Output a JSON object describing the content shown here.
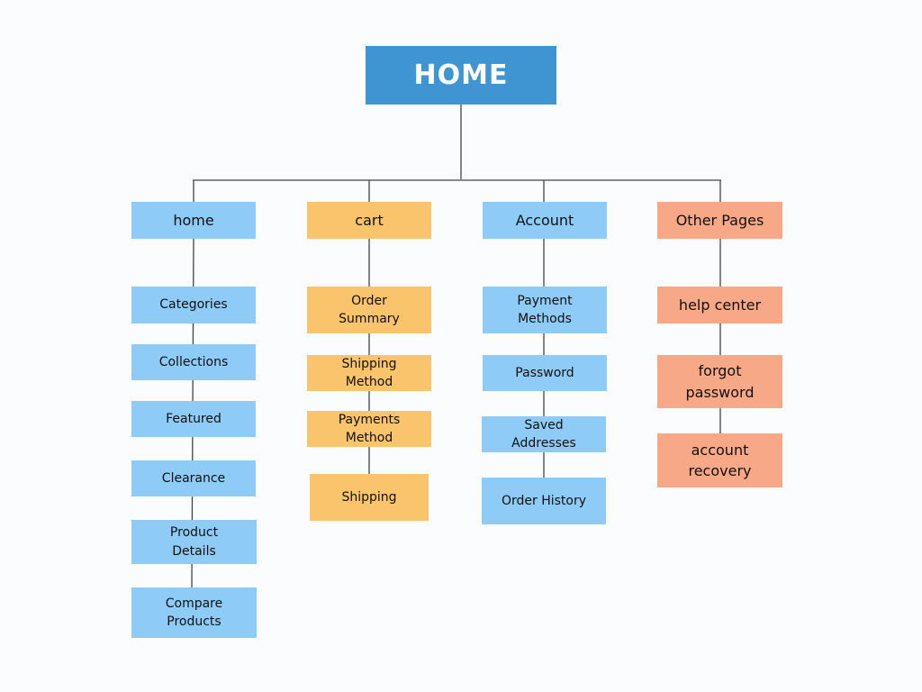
{
  "colors": {
    "root": "#3e95d1",
    "blue": "#8ecbf7",
    "orange": "#f9c46b",
    "salmon": "#f7a887",
    "line": "#444444"
  },
  "root": {
    "label": "HOME"
  },
  "branches": [
    {
      "id": "home",
      "label": "home",
      "color": "blue",
      "children": [
        "Categories",
        "Collections",
        "Featured",
        "Clearance",
        "Product\nDetails",
        "Compare\nProducts"
      ]
    },
    {
      "id": "cart",
      "label": "cart",
      "color": "orange",
      "children": [
        "Order\nSummary",
        "Shipping\nMethod",
        "Payments\nMethod",
        "Shipping"
      ]
    },
    {
      "id": "account",
      "label": "Account",
      "color": "blue",
      "children": [
        "Payment\nMethods",
        "Password",
        "Saved\nAddresses",
        "Order History"
      ]
    },
    {
      "id": "other-pages",
      "label": "Other Pages",
      "color": "salmon",
      "children": [
        "help center",
        "forgot\npassword",
        "account\nrecovery"
      ]
    }
  ]
}
